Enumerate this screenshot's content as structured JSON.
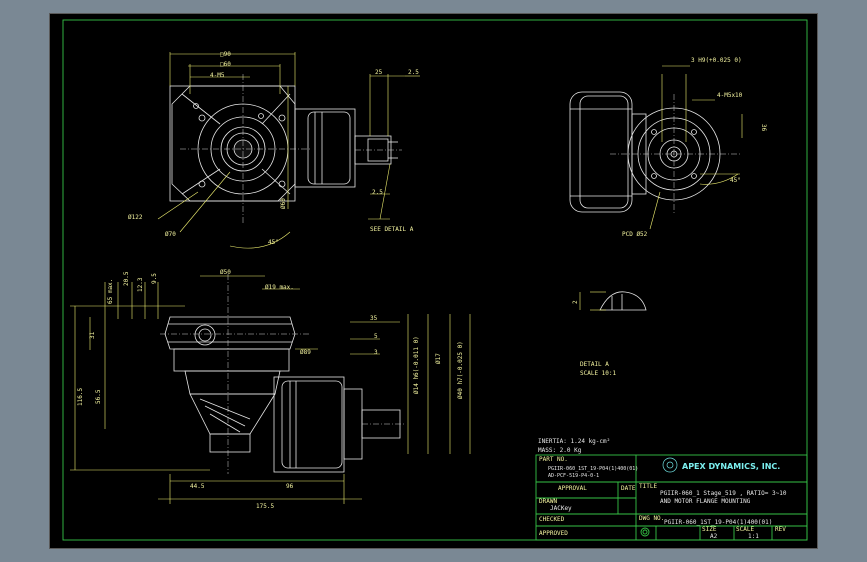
{
  "dimensions": {
    "sq90": "□90",
    "sq60": "□60",
    "tap_holes": "4-M5",
    "d122": "Ø122",
    "d70": "Ø70",
    "d60": "Ø60",
    "angle45_front": "45°",
    "w25a": "25",
    "w25b": "2.5",
    "w25c": "2.5",
    "see_detail": "SEE DETAIL A",
    "key_top": "3 H9(+0.025 0)",
    "motor_holes": "4-M5x10",
    "h36": "36",
    "angle45_side": "45°",
    "pcd": "PCD Ø52",
    "h65max": "65 max.",
    "h205": "20.5",
    "h123": "12.3",
    "h95": "9.5",
    "h31": "31",
    "h565": "56.5",
    "h1165": "116.5",
    "d50": "Ø50",
    "d19max": "Ø19 max.",
    "d89": "Ø89",
    "l35": "35",
    "l5": "5",
    "l3": "3",
    "d14": "Ø14 h6(-0.011 0)",
    "d17": "Ø17",
    "d40": "Ø40 h7(-0.025 0)",
    "l445": "44.5",
    "l96": "96",
    "l1755": "175.5",
    "detail_h": "2",
    "detail_label": "DETAIL A",
    "detail_scale": "SCALE 10:1"
  },
  "specs": {
    "inertia": "INERTIA: 1.24 kg-cm²",
    "mass": "MASS: 2.0 Kg"
  },
  "title_block": {
    "part_no_label": "PART NO.",
    "part_no_line1": "PGIIR-060_1ST_19-P04(1)400(01)",
    "part_no_line2": "AD-PCF-519-P4-0-1",
    "approval_label": "APPROVAL",
    "date_label": "DATE",
    "drawn_label": "DRAWN",
    "drawn_value": "JACKey",
    "checked_label": "CHECKED",
    "approved_label": "APPROVED",
    "company": "APEX DYNAMICS, INC.",
    "title_label": "TITLE",
    "title_line1": "PGIIR-060_1 Stage_519 , RATIO= 3~10",
    "title_line2": "AND MOTOR FLANGE MOUNTING",
    "dwg_label": "DWG NO.",
    "dwg_no": "PGIIR-060_1ST_19-P04(1)400(01)",
    "size_label": "SIZE",
    "size_value": "A2",
    "scale_label": "SCALE",
    "scale_value": "1:1",
    "rev_label": "REV"
  }
}
